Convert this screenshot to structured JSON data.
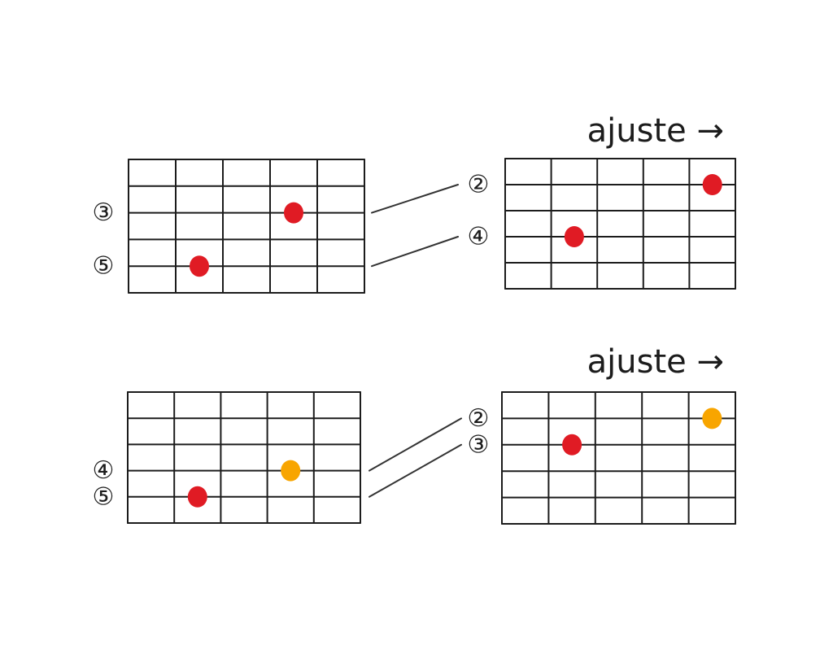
{
  "colors": {
    "ink": "#1c1c1c",
    "red": "#e01b24",
    "orange": "#f8a500",
    "background": "#ffffff"
  },
  "examples": [
    {
      "label": "ajuste →",
      "source": {
        "strings": 6,
        "frets": 5,
        "string_labels": [
          {
            "string": 3,
            "text": "③"
          },
          {
            "string": 5,
            "text": "⑤"
          }
        ],
        "dots": [
          {
            "string": 3,
            "fret": 4,
            "color": "red"
          },
          {
            "string": 5,
            "fret": 2,
            "color": "red"
          }
        ]
      },
      "target": {
        "strings": 6,
        "frets": 5,
        "string_labels": [
          {
            "string": 2,
            "text": "②"
          },
          {
            "string": 4,
            "text": "④"
          }
        ],
        "dots": [
          {
            "string": 2,
            "fret": 5,
            "color": "red"
          },
          {
            "string": 4,
            "fret": 2,
            "color": "red"
          }
        ]
      },
      "links": [
        {
          "from_string": 3,
          "to_string": 2
        },
        {
          "from_string": 5,
          "to_string": 4
        }
      ]
    },
    {
      "label": "ajuste →",
      "source": {
        "strings": 6,
        "frets": 5,
        "string_labels": [
          {
            "string": 4,
            "text": "④"
          },
          {
            "string": 5,
            "text": "⑤"
          }
        ],
        "dots": [
          {
            "string": 4,
            "fret": 4,
            "color": "orange"
          },
          {
            "string": 5,
            "fret": 2,
            "color": "red"
          }
        ]
      },
      "target": {
        "strings": 6,
        "frets": 5,
        "string_labels": [
          {
            "string": 2,
            "text": "②"
          },
          {
            "string": 3,
            "text": "③"
          }
        ],
        "dots": [
          {
            "string": 2,
            "fret": 5,
            "color": "orange"
          },
          {
            "string": 3,
            "fret": 2,
            "color": "red"
          }
        ]
      },
      "links": [
        {
          "from_string": 4,
          "to_string": 2
        },
        {
          "from_string": 5,
          "to_string": 3
        }
      ]
    }
  ]
}
